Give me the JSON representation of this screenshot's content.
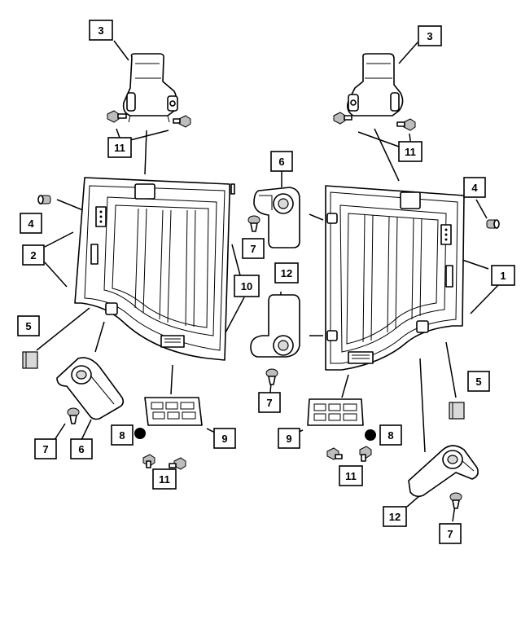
{
  "diagram": {
    "callouts": {
      "c3_left": "3",
      "c3_right": "3",
      "c11_top_left": "11",
      "c11_top_right": "11",
      "c6_center": "6",
      "c4_left": "4",
      "c4_right": "4",
      "c2": "2",
      "c7_center_top": "7",
      "c1": "1",
      "c12_center": "12",
      "c10": "10",
      "c5_left": "5",
      "c5_right": "5",
      "c7_center_bottom": "7",
      "c8_left": "8",
      "c9_left": "9",
      "c9_right": "9",
      "c8_right": "8",
      "c7_left": "7",
      "c6_left": "6",
      "c11_bottom_left": "11",
      "c11_bottom_right": "11",
      "c12_right": "12",
      "c7_right": "7"
    }
  }
}
